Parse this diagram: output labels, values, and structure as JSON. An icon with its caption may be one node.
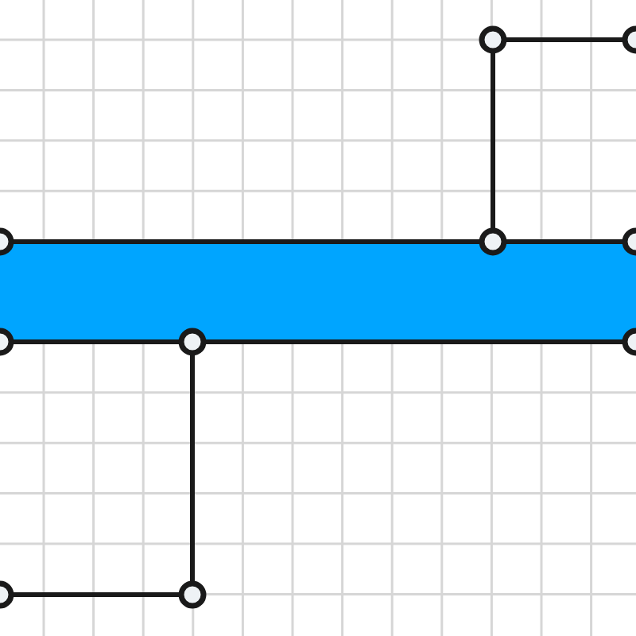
{
  "diagram": {
    "nodes": [
      {
        "text": [],
        "shape": "circle"
      },
      {
        "text": [],
        "shape": "circle"
      },
      {
        "text": [],
        "shape": "circle"
      },
      {
        "text": [],
        "shape": "circle"
      },
      {
        "text": [],
        "shape": "circle"
      },
      {
        "text": [],
        "shape": "bar"
      },
      {
        "text": [],
        "shape": "circle"
      },
      {
        "text": [],
        "shape": "circle"
      },
      {
        "text": [],
        "shape": "circle"
      },
      {
        "text": [],
        "shape": "circle"
      },
      {
        "text": [],
        "shape": "circle"
      }
    ],
    "edges": [
      {
        "from": 0,
        "to": 1,
        "arrow": "none"
      },
      {
        "from": 0,
        "to": 3,
        "arrow": "none"
      },
      {
        "from": 7,
        "to": 10,
        "arrow": "none"
      },
      {
        "from": 9,
        "to": 10,
        "arrow": "none"
      }
    ]
  }
}
